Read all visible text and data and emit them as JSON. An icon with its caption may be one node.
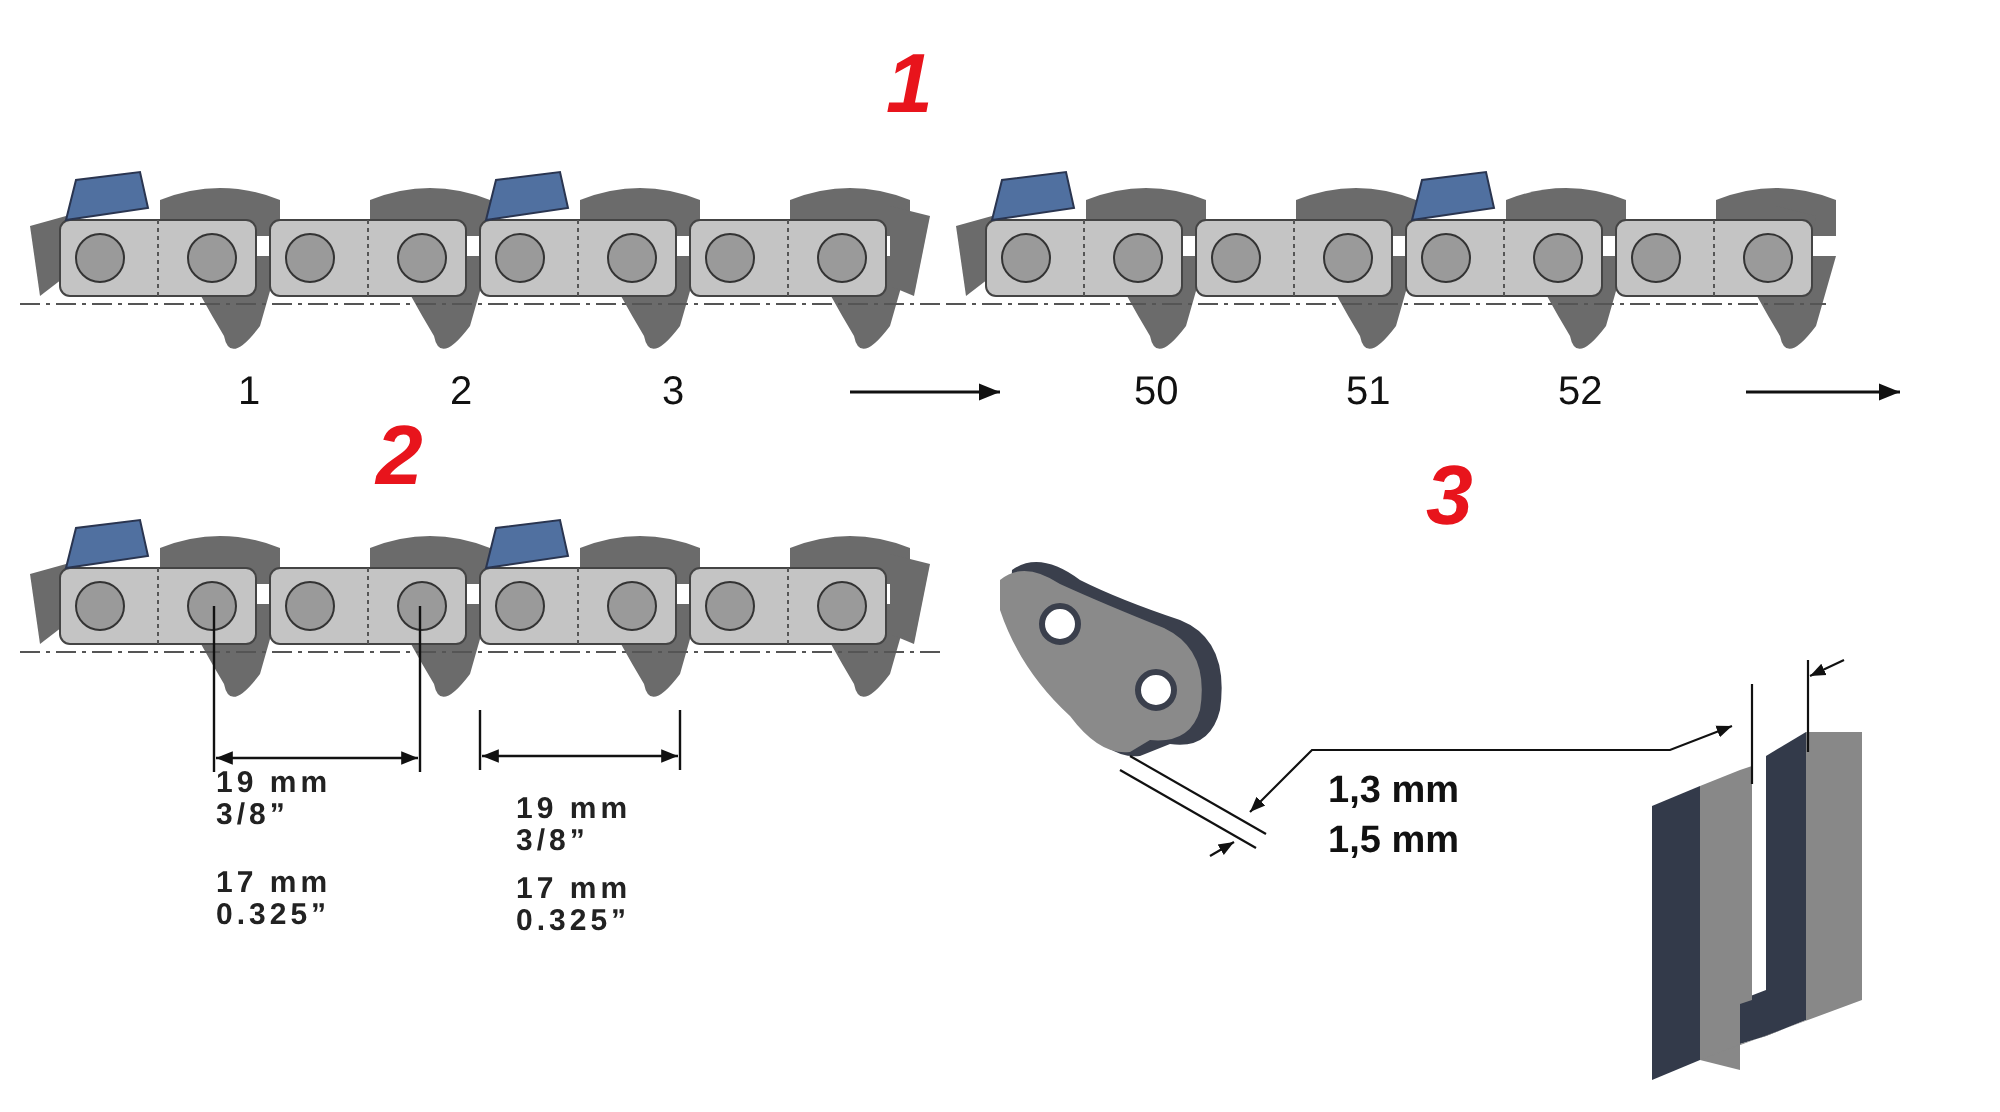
{
  "diagram": {
    "labels": [
      "1",
      "1",
      "2",
      "3",
      "50",
      "51",
      "52",
      "2",
      "19 mm",
      "3/8”",
      "17 mm",
      "0.325”",
      "19 mm",
      "3/8”",
      "17 mm",
      "0.325”",
      "3",
      "1,3 mm",
      "1,5 mm"
    ]
  }
}
